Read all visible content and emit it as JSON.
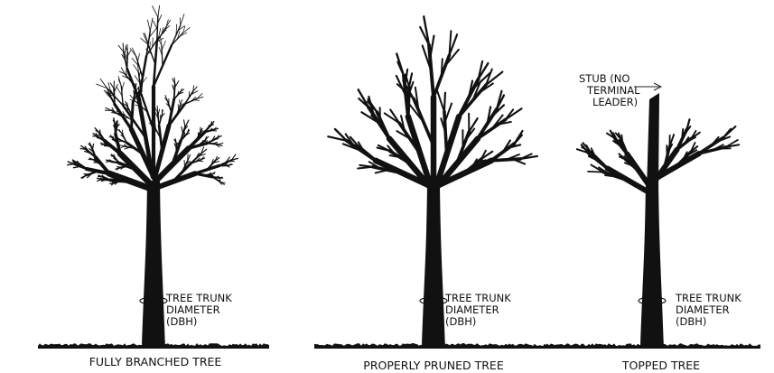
{
  "panels": [
    {
      "id": "fully-branched",
      "caption": "FULLY BRANCHED TREE",
      "dbh_label": [
        "TREE TRUNK",
        "DIAMETER",
        "(DBH)"
      ]
    },
    {
      "id": "properly-pruned",
      "caption": "PROPERLY PRUNED TREE",
      "dbh_label": [
        "TREE TRUNK",
        "DIAMETER",
        "(DBH)"
      ]
    },
    {
      "id": "topped",
      "caption": "TOPPED TREE",
      "dbh_label": [
        "TREE TRUNK",
        "DIAMETER",
        "(DBH)"
      ],
      "stub_label": [
        "STUB (NO",
        "TERMINAL",
        "LEADER)"
      ]
    }
  ],
  "colors": {
    "ink": "#111111",
    "background": "#ffffff"
  }
}
